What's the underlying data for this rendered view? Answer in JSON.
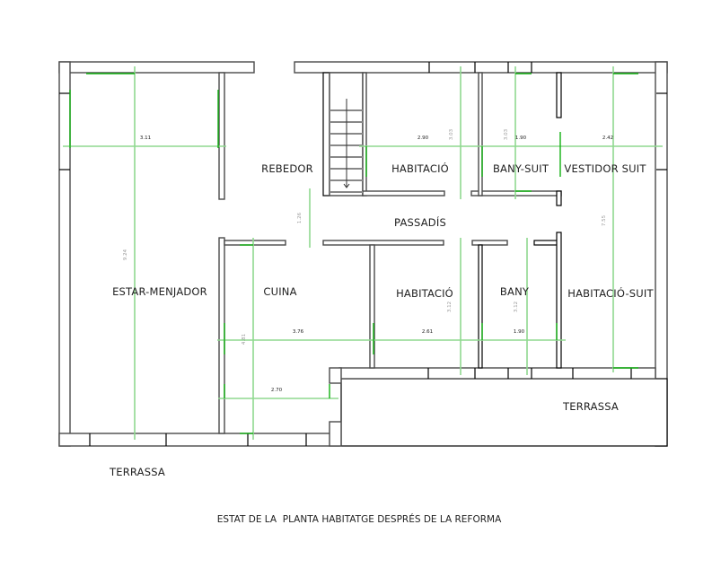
{
  "rooms": {
    "rebedor": "REBEDOR",
    "habitacio_top": "HABITACIÓ",
    "bany_suit": "BANY-SUIT",
    "vestidor_suit": "VESTIDOR SUIT",
    "passadis": "PASSADÍS",
    "estar_menjador": "ESTAR-MENJADOR",
    "cuina": "CUINA",
    "habitacio_bottom": "HABITACIÓ",
    "bany": "BANY",
    "habitacio_suit": "HABITACIÓ-SUIT",
    "terrassa_right": "TERRASSA",
    "terrassa_left": "TERRASSA"
  },
  "dimensions": {
    "estar_width": "3.11",
    "estar_length": "9.24",
    "habitacio_top_width": "2.90",
    "habitacio_top_depth": "3.03",
    "bany_suit_depth": "3.03",
    "bany_suit_width": "1.90",
    "vestidor_width": "2.42",
    "suit_length": "7.55",
    "passadis_width": "1.26",
    "cuina_width": "3.76",
    "cuina_length": "4.81",
    "habitacio_bottom_width": "2.61",
    "habitacio_bottom_depth": "3.12",
    "bany_depth": "3.12",
    "bany_width": "1.90",
    "cuina_lower_width": "2.70"
  },
  "caption": "ESTAT DE LA  PLANTA HABITATGE DESPRÉS DE LA REFORMA",
  "colors": {
    "dimension_line": "#8fd98f",
    "dimension_tick": "#10b010",
    "wall": "#4a4a4a"
  }
}
